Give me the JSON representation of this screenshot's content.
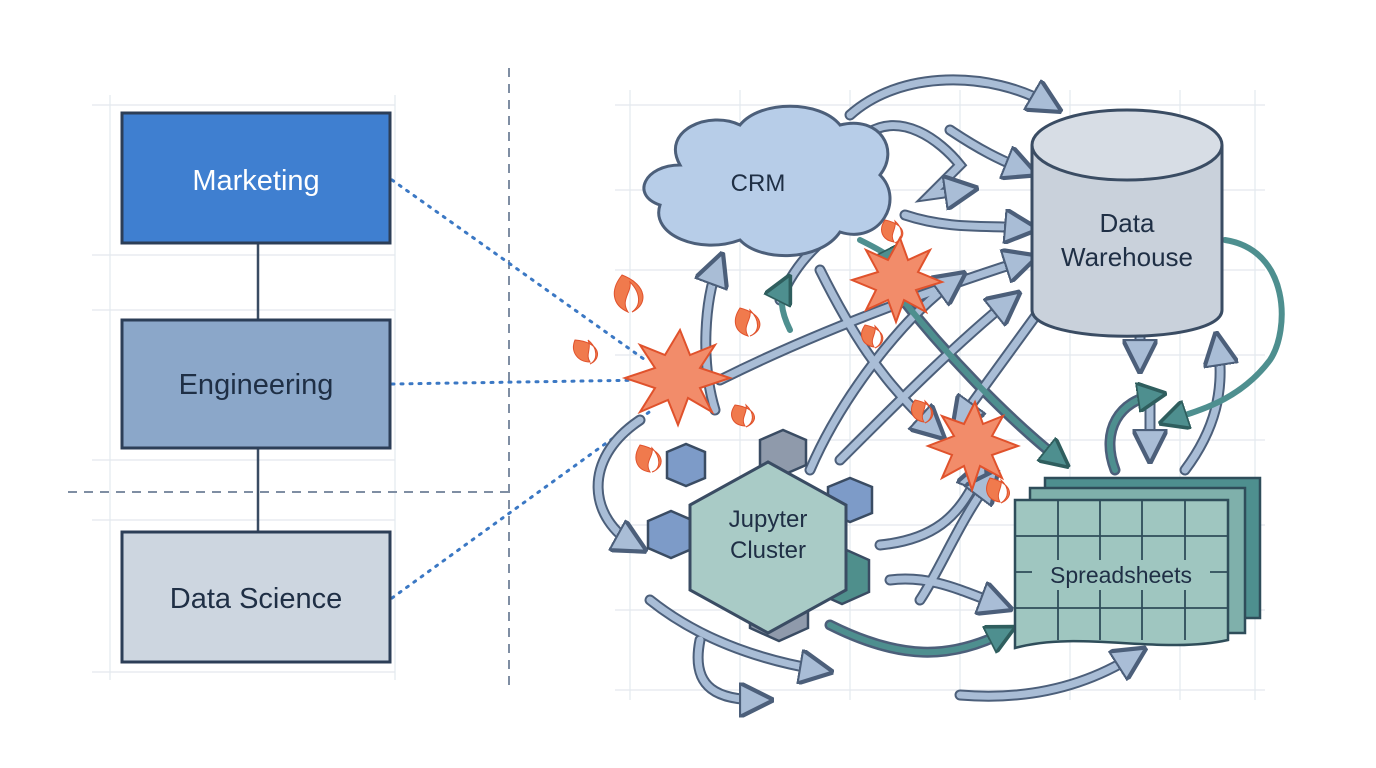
{
  "departments": [
    {
      "id": "marketing",
      "label": "Marketing"
    },
    {
      "id": "engineering",
      "label": "Engineering"
    },
    {
      "id": "data-science",
      "label": "Data Science"
    }
  ],
  "systems": {
    "crm": {
      "label": "CRM"
    },
    "warehouse": {
      "label_line1": "Data",
      "label_line2": "Warehouse"
    },
    "jupyter": {
      "label_line1": "Jupyter",
      "label_line2": "Cluster"
    },
    "spreadsheets": {
      "label": "Spreadsheets"
    }
  },
  "colors": {
    "marketing_fill": "#3f7fd0",
    "engineering_fill": "#8ba7c9",
    "data_science_fill": "#cdd6e0",
    "box_stroke": "#2c3e57",
    "connector": "#3a4c63",
    "dotted_link": "#3b78c4",
    "divider": "#7f8ea3",
    "arrow_blue": "#a9bdd6",
    "arrow_teal": "#4e8f8f",
    "arrow_outline": "#4c5f7a",
    "conflict": "#f28c6a",
    "flame": "#f07a4d",
    "cloud_fill": "#b7cde8",
    "cylinder_fill": "#c9d1db",
    "sheet_fill": "#9fc6c0",
    "hex_main": "#a9cbc6",
    "hex_blue": "#7d9bc8",
    "hex_gray": "#8f9aab",
    "hex_teal": "#4f8f8c",
    "grid": "#dfe4ea"
  },
  "icons": [
    "conflict-burst-icon",
    "flame-icon",
    "arrow-icon"
  ]
}
